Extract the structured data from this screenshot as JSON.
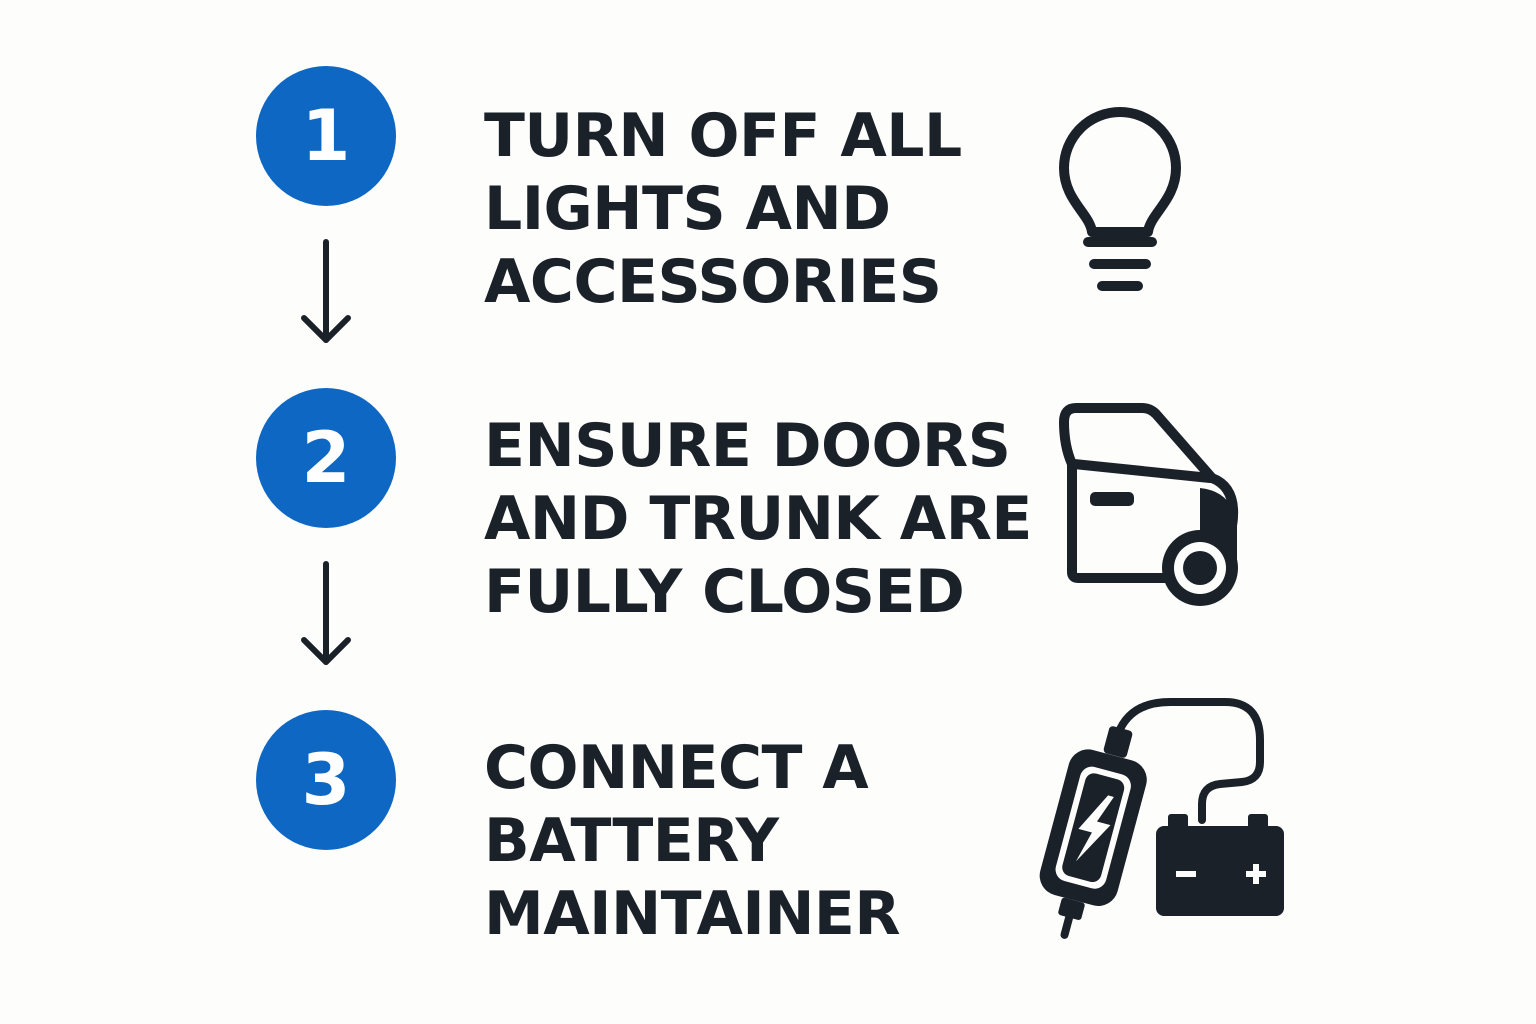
{
  "colors": {
    "accent": "#0f67c4",
    "ink": "#1b2129",
    "background": "#fdfdfc"
  },
  "steps": [
    {
      "number": "1",
      "lines": [
        "TURN OFF ALL",
        "LIGHTS AND",
        "ACCESSORIES"
      ],
      "icon": "lightbulb-icon"
    },
    {
      "number": "2",
      "lines": [
        "ENSURE DOORS",
        "AND TRUNK ARE",
        "FULLY CLOSED"
      ],
      "icon": "car-door-icon"
    },
    {
      "number": "3",
      "lines": [
        "CONNECT A",
        "BATTERY",
        "MAINTAINER"
      ],
      "icon": "battery-maintainer-icon"
    }
  ]
}
